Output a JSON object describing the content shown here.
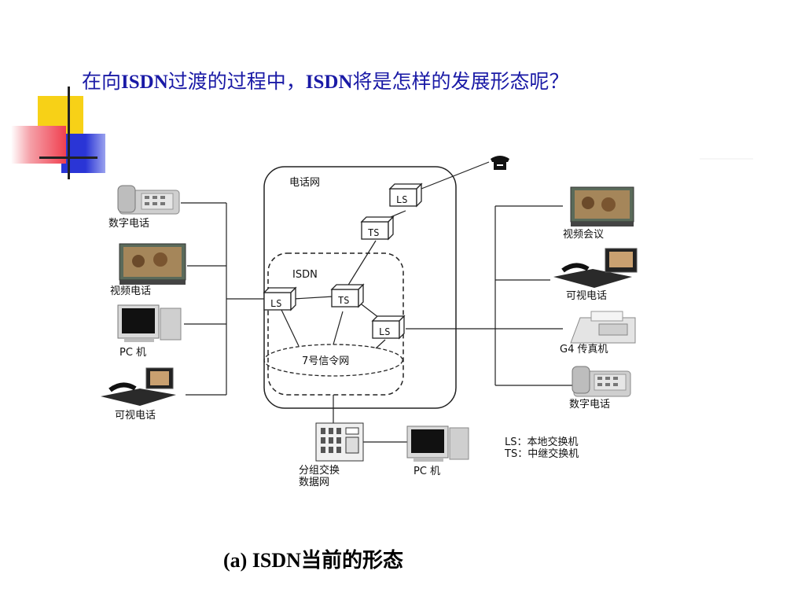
{
  "title": {
    "part1": "在向",
    "part2": "ISDN",
    "part3": "过渡的过程中，",
    "part4": "ISDN",
    "part5": "将是怎样的发展形态呢？"
  },
  "caption": {
    "prefix": "(a)  ISDN",
    "suffix": "当前的形态"
  },
  "diagram": {
    "telephone_network_label": "电话网",
    "isdn_label": "ISDN",
    "signaling_label": "7号信令网",
    "nodes": {
      "ls_top": "LS",
      "ts_top": "TS",
      "ls_left": "LS",
      "ts_mid": "TS",
      "ls_right": "LS"
    },
    "left_devices": [
      "数字电话",
      "视频电话",
      "PC 机",
      "可视电话"
    ],
    "right_devices": [
      "视频会议",
      "可视电话",
      "G4 传真机",
      "数字电话"
    ],
    "bottom": {
      "packet_line1": "分组交换",
      "packet_line2": "数据网",
      "pc": "PC 机"
    },
    "legend": {
      "ls": "LS：本地交换机",
      "ts": "TS：中继交换机"
    }
  },
  "colors": {
    "title": "#1a1aa6",
    "deco_yellow": "#f7d117",
    "deco_red": "#f04050",
    "deco_blue": "#2a35d6"
  }
}
